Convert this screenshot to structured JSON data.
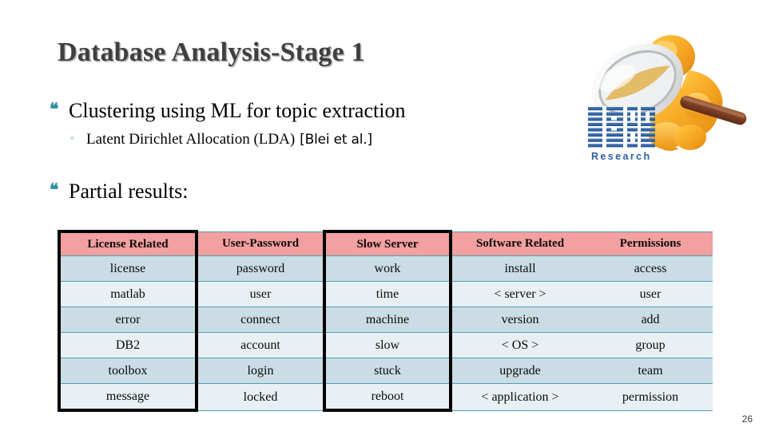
{
  "slide": {
    "title": "Database Analysis-Stage 1",
    "page_number": "26"
  },
  "bullets": {
    "glyph_level1": "❝",
    "glyph_level2": "◦",
    "item1": "Clustering using ML for topic extraction",
    "item1_sub": "Latent Dirichlet Allocation (LDA)",
    "item1_sub_citation": "[Blei et al.]",
    "item2": "Partial results:"
  },
  "logo": {
    "name": "ibm-research-logo",
    "wordmark": "IBM",
    "subtitle": "Research"
  },
  "colors": {
    "header_pink": "#f2a0a0",
    "row_dark": "#cadde4",
    "row_light": "#e9f0f3",
    "grid_teal": "#4d9fb3",
    "outline_black": "#000000",
    "bullet_teal": "#2f8fa0",
    "title_gray": "#3f3f3f"
  },
  "table": {
    "headers": [
      "License Related",
      "User-Password",
      "Slow Server",
      "Software Related",
      "Permissions"
    ],
    "highlighted_columns": [
      0,
      2
    ],
    "rows": [
      [
        "license",
        "password",
        "work",
        "install",
        "access"
      ],
      [
        "matlab",
        "user",
        "time",
        "< server >",
        "user"
      ],
      [
        "error",
        "connect",
        "machine",
        "version",
        "add"
      ],
      [
        "DB2",
        "account",
        "slow",
        "< OS >",
        "group"
      ],
      [
        "toolbox",
        "login",
        "stuck",
        "upgrade",
        "team"
      ],
      [
        "message",
        "locked",
        "reboot",
        "< application >",
        "permission"
      ]
    ]
  }
}
